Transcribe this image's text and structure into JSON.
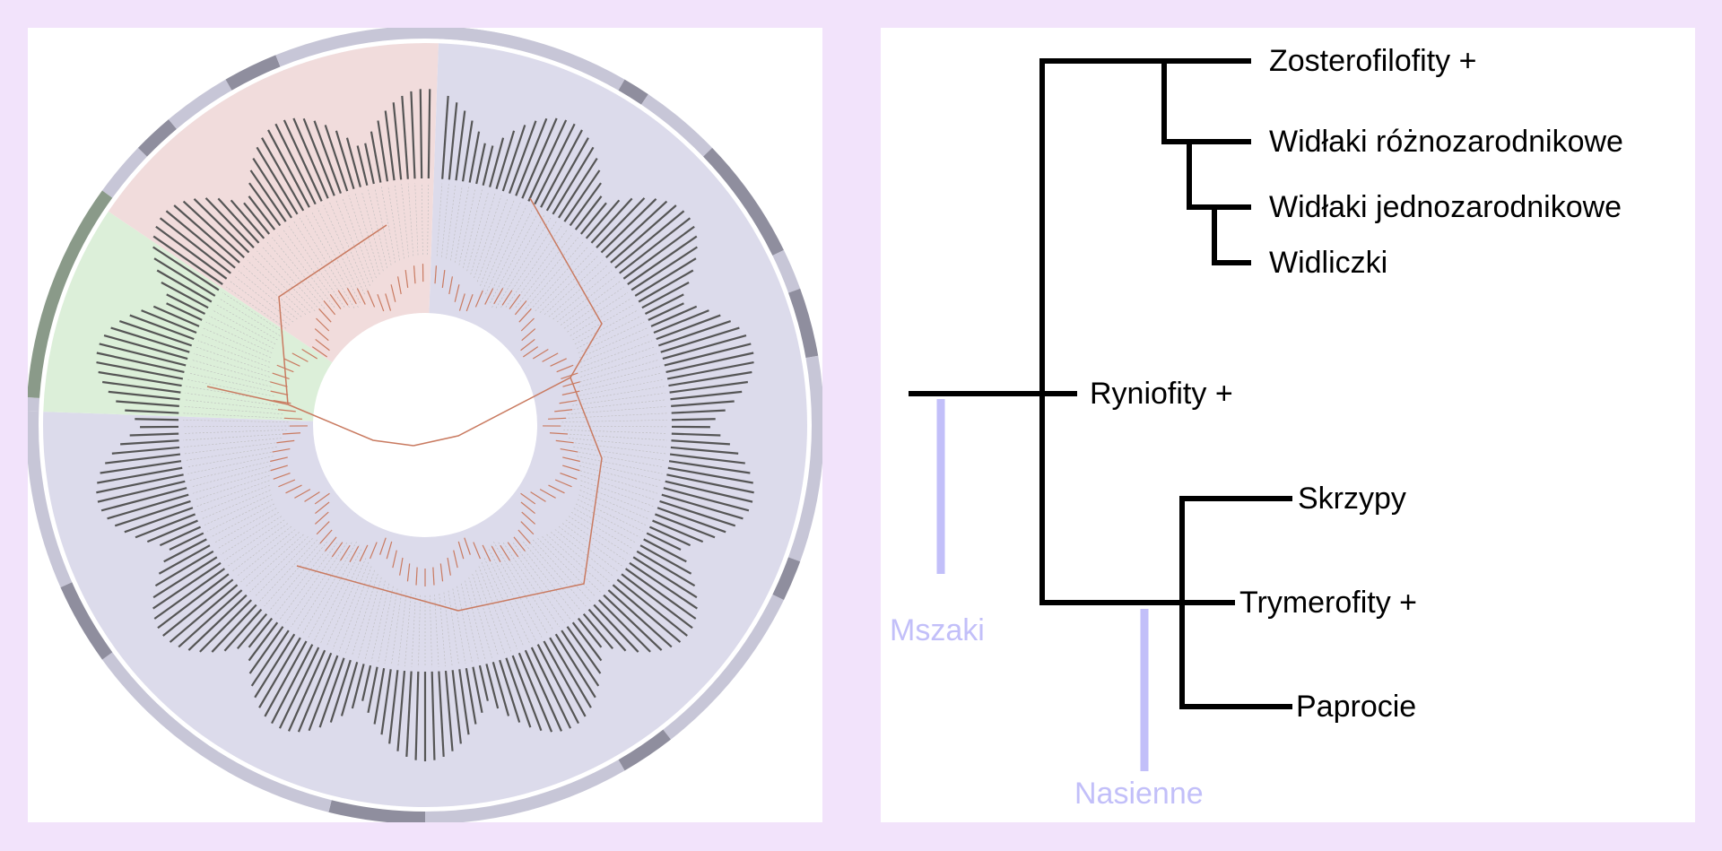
{
  "colors": {
    "background": "#f2e3fb",
    "panel": "#ffffff",
    "branch": "#000000",
    "highlight": "#c2bff9",
    "tree_branch": "#c97a60",
    "sector_blue": "#dcdbeb",
    "sector_pink": "#f1dcdc",
    "sector_green": "#dcefd9",
    "ring_light": "#c7c6d7",
    "ring_dark": "#8f8e9e",
    "ring_green": "#8a9a89"
  },
  "tree_left": {
    "icon": "circular-phylogenetic-tree-icon"
  },
  "cladogram": {
    "taxa": {
      "zosterofilofity": "Zosterofilofity +",
      "widlaki_rozno": "Widłaki różnozarodnikowe",
      "widlaki_jedno": "Widłaki jednozarodnikowe",
      "widliczki": "Widliczki",
      "ryniofity": "Ryniofity +",
      "skrzypy": "Skrzypy",
      "trymerofity": "Trymerofity +",
      "paprocie": "Paprocie"
    },
    "groups": {
      "mszaki": "Mszaki",
      "nasienne": "Nasienne"
    }
  }
}
